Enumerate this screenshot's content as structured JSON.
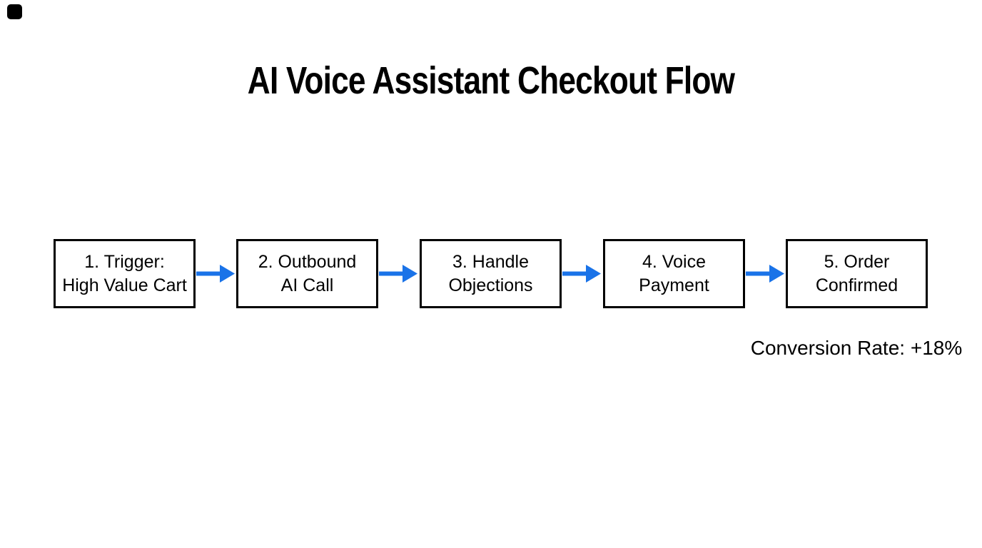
{
  "page": {
    "background": "#ffffff",
    "text_color": "#000000"
  },
  "corner_mark": {
    "color": "#000000"
  },
  "title": {
    "text": "AI Voice Assistant Checkout Flow"
  },
  "flow": {
    "arrow_color": "#1a73e8",
    "box_border_color": "#000000",
    "box_fill": "#ffffff",
    "steps": [
      {
        "line1": "1. Trigger:",
        "line2": "High Value Cart"
      },
      {
        "line1": "2. Outbound",
        "line2": "AI Call"
      },
      {
        "line1": "3. Handle",
        "line2": "Objections"
      },
      {
        "line1": "4. Voice",
        "line2": "Payment"
      },
      {
        "line1": "5. Order",
        "line2": "Confirmed"
      }
    ]
  },
  "annotation": {
    "conversion_rate_label": "Conversion Rate: +18%"
  }
}
